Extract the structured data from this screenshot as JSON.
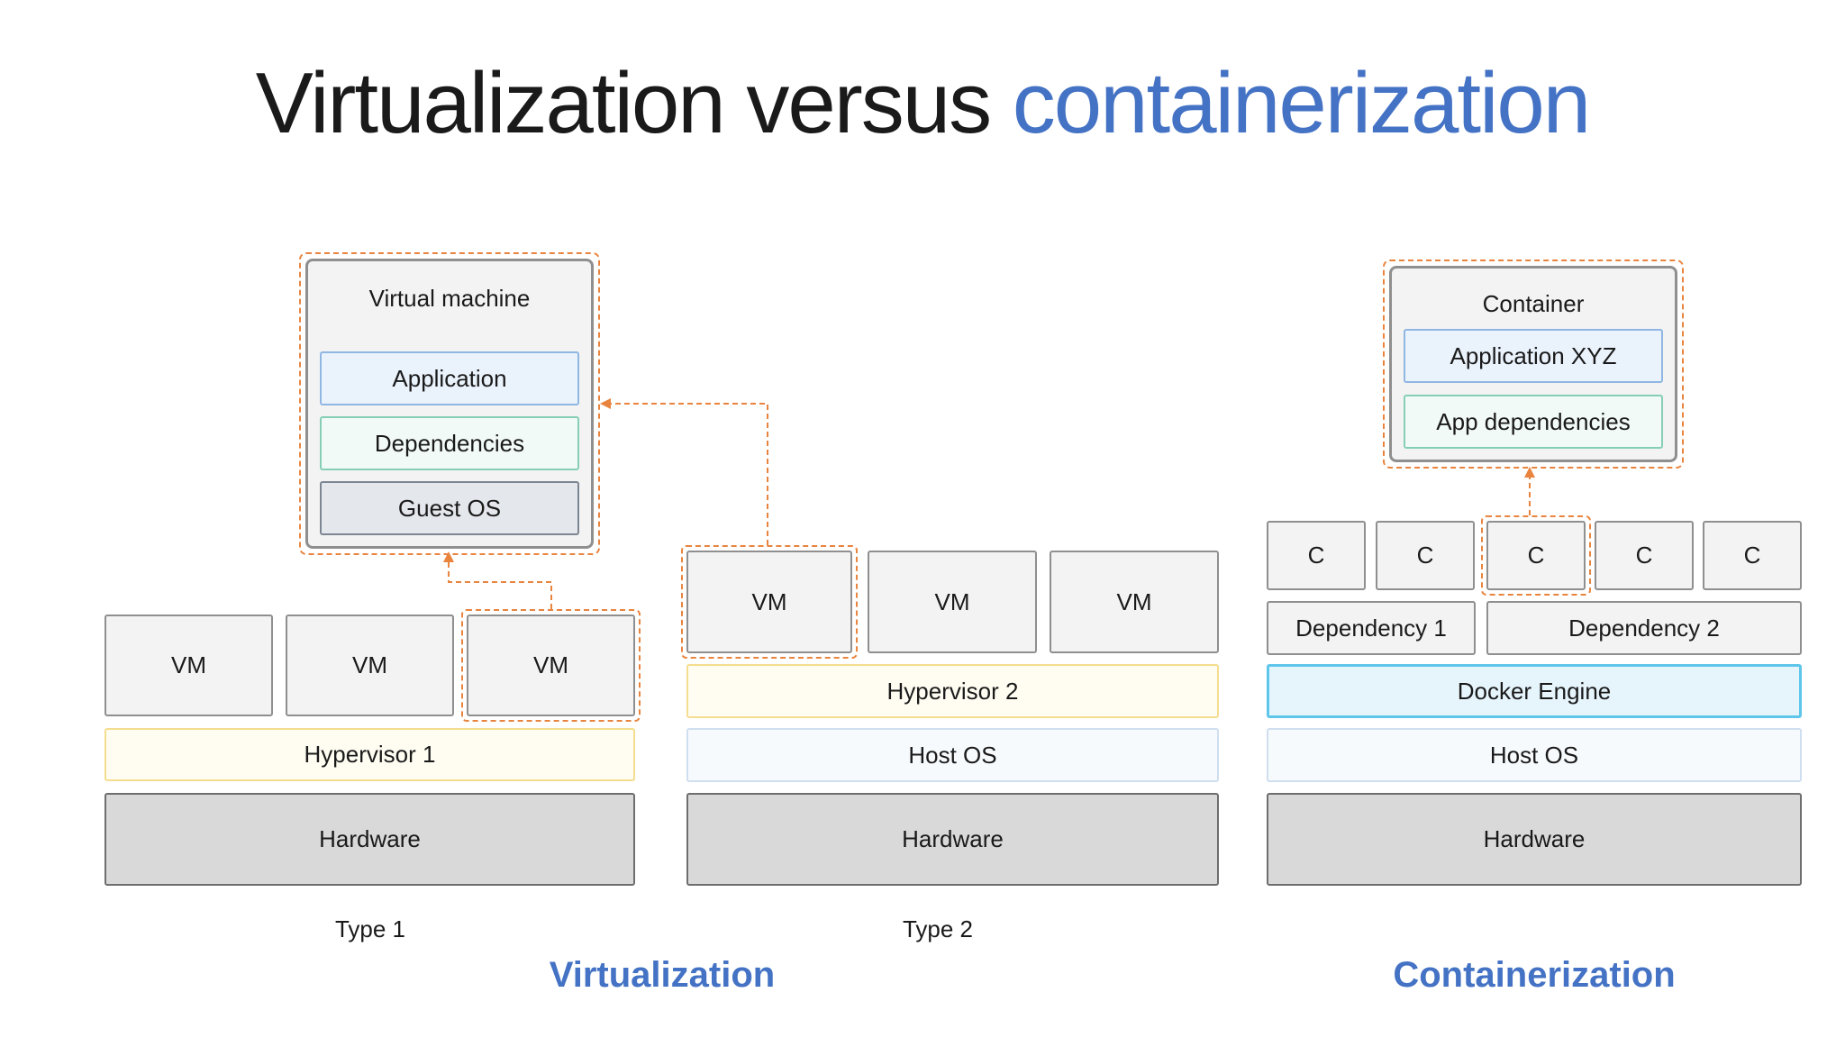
{
  "title": {
    "main": "Virtualization versus",
    "accent": "containerization"
  },
  "type1": {
    "vm_panel": {
      "title": "Virtual machine",
      "application": "Application",
      "dependencies": "Dependencies",
      "guest_os": "Guest OS"
    },
    "vms": [
      "VM",
      "VM",
      "VM"
    ],
    "hypervisor": "Hypervisor 1",
    "hardware": "Hardware",
    "caption": "Type 1"
  },
  "type2": {
    "vms": [
      "VM",
      "VM",
      "VM"
    ],
    "hypervisor": "Hypervisor 2",
    "host_os": "Host OS",
    "hardware": "Hardware",
    "caption": "Type 2"
  },
  "containerization": {
    "container_panel": {
      "title": "Container",
      "application": "Application XYZ",
      "dependencies": "App dependencies"
    },
    "containers": [
      "C",
      "C",
      "C",
      "C",
      "C"
    ],
    "dependency_1": "Dependency 1",
    "dependency_2": "Dependency 2",
    "docker_engine": "Docker Engine",
    "host_os": "Host OS",
    "hardware": "Hardware"
  },
  "sections": {
    "virtualization": "Virtualization",
    "containerization": "Containerization"
  },
  "colors": {
    "accent": "#4472c4",
    "highlight_dash": "#e9843f"
  }
}
